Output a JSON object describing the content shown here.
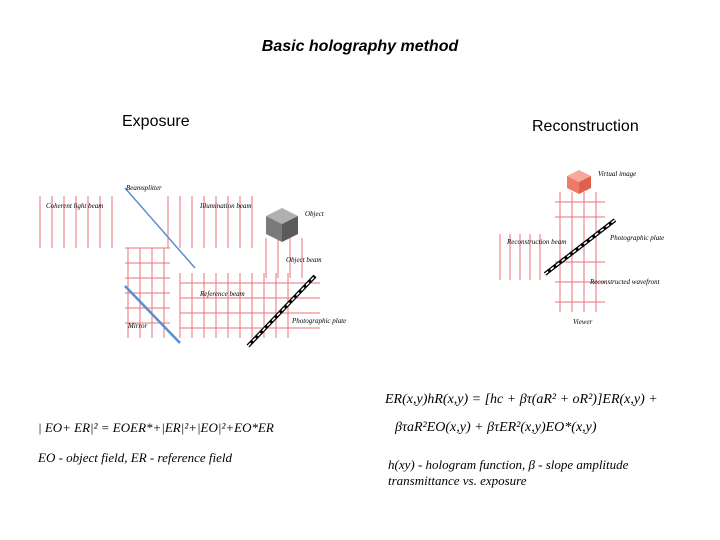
{
  "title": "Basic holography method",
  "exposure": {
    "heading": "Exposure",
    "labels": {
      "coherent": "Coherent light beam",
      "beamsplitter": "Beamsplitter",
      "illumination": "Illumination beam",
      "object": "Object",
      "object_beam": "Object beam",
      "reference": "Reference beam",
      "mirror": "Mirror",
      "plate": "Photographic plate"
    }
  },
  "reconstruction": {
    "heading": "Reconstruction",
    "labels": {
      "virtual_image": "Virtual image",
      "reconstruction_beam": "Reconstruction beam",
      "plate": "Photographic plate",
      "wavefront": "Reconstructed wavefront",
      "viewer": "Viewer"
    }
  },
  "formula_left": "| EO+ ER|² = EOER*+|ER|²+|EO|²+EO*ER",
  "legend_left": "EO - object field, ER - reference field",
  "formula_right": {
    "line1": "ER(x,y)hR(x,y) = [hc + βτ(aR² + oR²)]ER(x,y) +",
    "line2": "βτaR²EO(x,y) + βτER²(x,y)EO*(x,y)"
  },
  "legend_right": "h(xy) - hologram function, β - slope amplitude transmittance vs. exposure",
  "colors": {
    "beam_lines": "#e8737a",
    "mirror": "#5a8fd0",
    "cube": "#8a8a8a",
    "virtual_cube": "#f07a6a"
  }
}
